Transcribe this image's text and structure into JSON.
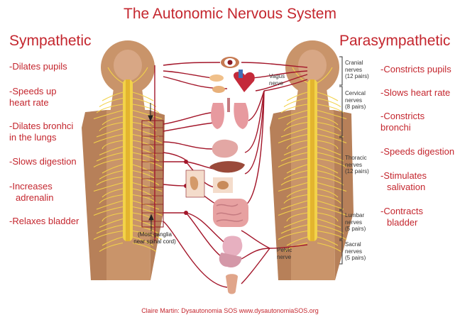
{
  "title": "The Autonomic Nervous System",
  "sympathetic": {
    "heading": "Sympathetic",
    "effects": [
      "-Dilates pupils",
      "-Speeds up heart rate",
      "-Dilates bronhci in the lungs",
      "-Slows digestion",
      "-Increases adrenalin",
      "-Relaxes bladder"
    ],
    "effect_lines": [
      [
        "-Dilates pupils"
      ],
      [
        "-Speeds up",
        "heart rate"
      ],
      [
        "-Dilates bronhci",
        "in the lungs"
      ],
      [
        "-Slows digestion"
      ],
      [
        "-Increases",
        "adrenalin"
      ],
      [
        "-Relaxes bladder"
      ]
    ]
  },
  "parasympathetic": {
    "heading": "Parasympathetic",
    "effects": [
      "-Constricts pupils",
      "-Slows heart rate",
      "-Constricts bronchi",
      "-Speeds digestion",
      "-Stimulates salivation",
      "-Contracts bladder"
    ],
    "effect_lines": [
      [
        "-Constricts pupils"
      ],
      [
        "-Slows heart rate"
      ],
      [
        "-Constricts",
        "bronchi"
      ],
      [
        "-Speeds digestion"
      ],
      [
        "-Stimulates",
        "salivation"
      ],
      [
        "-Contracts",
        "bladder"
      ]
    ]
  },
  "spinal_segments": [
    {
      "name": "Cranial",
      "lines": [
        "Cranial",
        "nerves",
        "(12 pairs)"
      ]
    },
    {
      "name": "Cervical",
      "lines": [
        "Cervical",
        "nerves",
        "(8 pairs)"
      ]
    },
    {
      "name": "Thoracic",
      "lines": [
        "Thoracic",
        "nerves",
        "(12 pairs)"
      ]
    },
    {
      "name": "Lumbar",
      "lines": [
        "Lumbar",
        "nerves",
        "(5 pairs)"
      ]
    },
    {
      "name": "Sacral",
      "lines": [
        "Sacral",
        "nerves",
        "(5 pairs)"
      ]
    }
  ],
  "labels": {
    "vagus": [
      "Vagus",
      "nerve"
    ],
    "pelvic": [
      "Pelvic",
      "nerve"
    ],
    "ganglia": [
      "(Most ganglia",
      "near spinal cord)"
    ]
  },
  "credit": "Claire Martin: Dysautonomia SOS www.dysautonomiaSOS.org",
  "colors": {
    "accent_red": "#c4262e",
    "nerve_red": "#a3162a",
    "skin": "#c9946a",
    "spine_yellow": "#f2d24a",
    "organ_pink": "#e79a9f"
  }
}
